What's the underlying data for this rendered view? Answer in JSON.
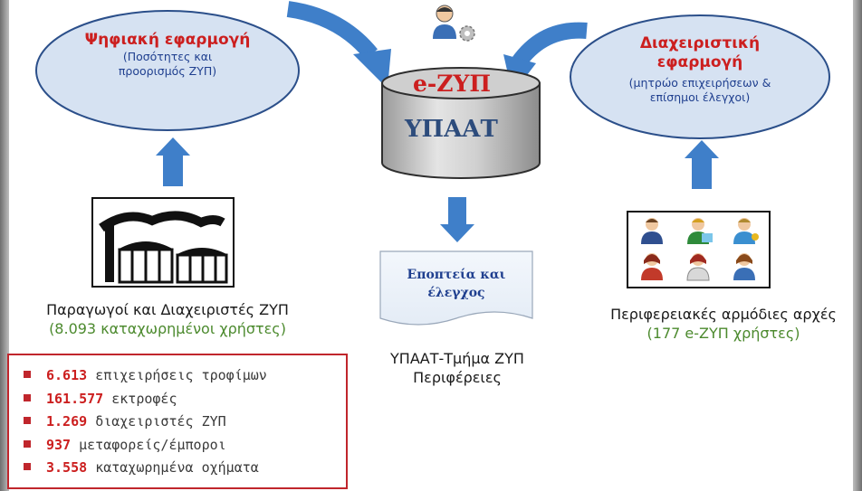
{
  "left_oval": {
    "title": "Ψηφιακή εφαρμογή",
    "subtitle": "(Ποσότητες και προορισμός ΖΥΠ)"
  },
  "right_oval": {
    "title": "Διαχειριστική εφαρμογή",
    "subtitle": "(μητρώο επιχειρήσεων & επίσημοι έλεγχοι)"
  },
  "database": {
    "title": "e-ΖΥΠ",
    "subtitle": "ΥΠΑΑΤ"
  },
  "document": {
    "text": "Εποπτεία και έλεγχος"
  },
  "left_caption": {
    "main": "Παραγωγοί και Διαχειριστές ΖΥΠ",
    "sub": "(8.093 καταχωρημένοι χρήστες)"
  },
  "center_caption": {
    "main": "ΥΠΑΑΤ-Τμήμα ΖΥΠ",
    "sub": "Περιφέρειες"
  },
  "right_caption": {
    "main": "Περιφερειακές αρμόδιες αρχές",
    "sub": "(177 e-ΖΥΠ χρήστες)"
  },
  "stats": [
    {
      "value": "6.613",
      "label": "επιχειρήσεις τροφίμων"
    },
    {
      "value": "161.577",
      "label": "εκτροφές"
    },
    {
      "value": "1.269",
      "label": "διαχειριστές ΖΥΠ"
    },
    {
      "value": "937",
      "label": "μεταφορείς/έμποροι"
    },
    {
      "value": "3.558",
      "label": "καταχωρημένα οχήματα"
    }
  ],
  "icons": {
    "admin": "user-gear-icon",
    "factory": "factory-icon",
    "users": "user-group-icon",
    "arrows": "flow-arrow-icon"
  },
  "colors": {
    "oval_fill": "#d6e2f2",
    "arrow_blue": "#3f7fc9",
    "title_red": "#cc1f1f",
    "highlight_green": "#4c8a2e",
    "frame_red": "#c0262c"
  }
}
